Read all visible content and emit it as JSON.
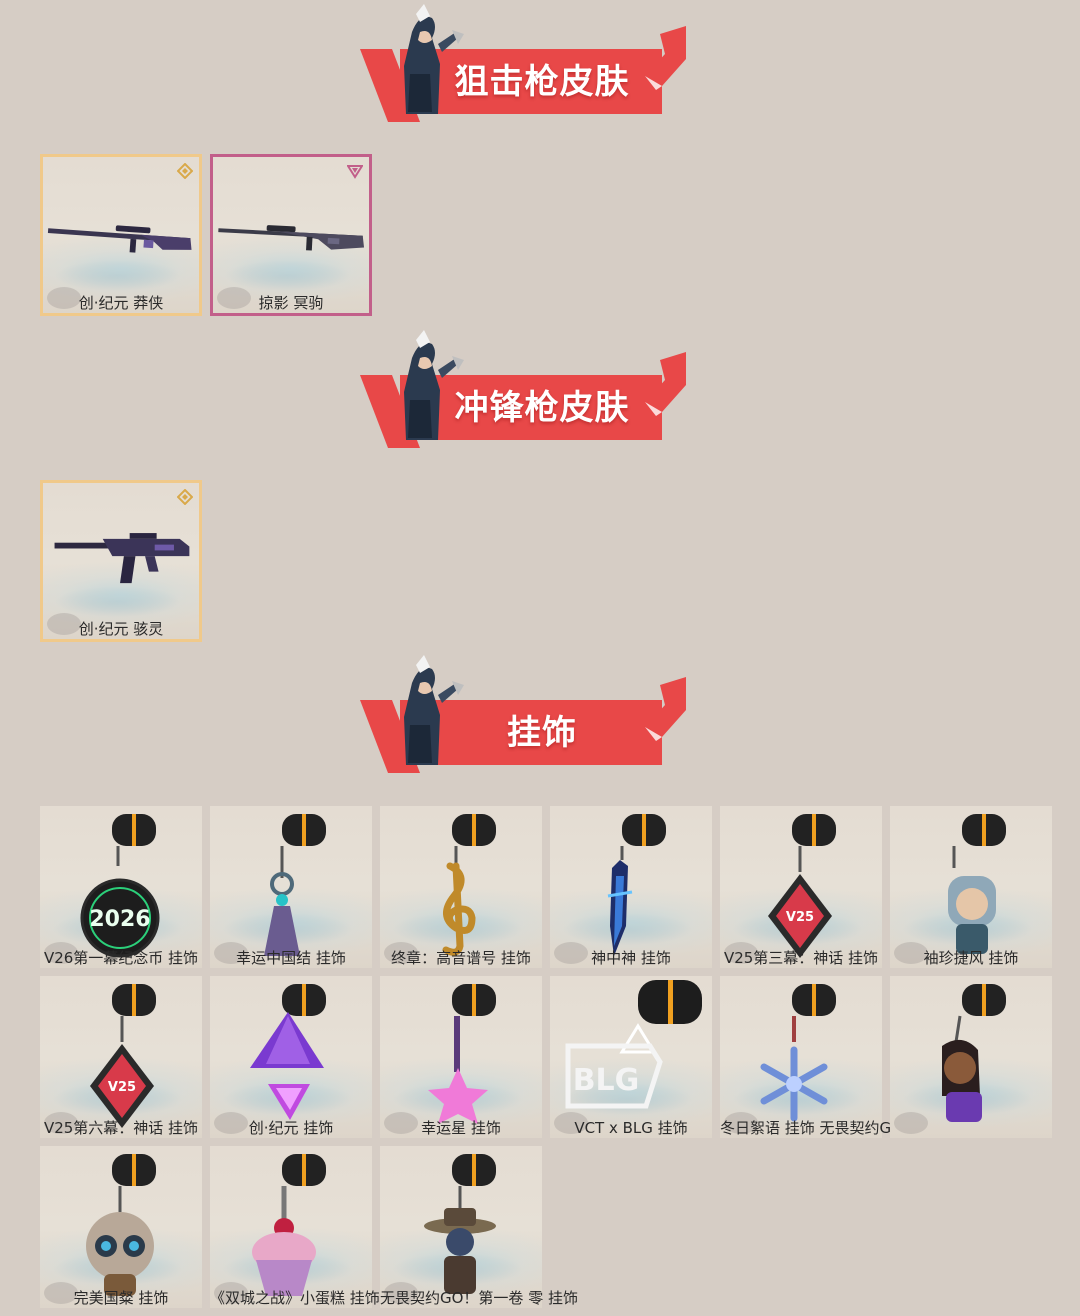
{
  "sections": [
    {
      "title": "狙击枪皮肤",
      "items": [
        {
          "label": "创·纪元 莽侠",
          "rarity": "gold",
          "icon": "sniper-rifle-icon"
        },
        {
          "label": "掠影 冥驹",
          "rarity": "pink",
          "icon": "sniper-rifle-icon"
        }
      ]
    },
    {
      "title": "冲锋枪皮肤",
      "items": [
        {
          "label": "创·纪元 骇灵",
          "rarity": "gold",
          "icon": "smg-icon"
        }
      ]
    },
    {
      "title": "挂饰",
      "items": [
        {
          "label": "V26第一幕纪念币 挂饰",
          "icon": "coin-charm-icon"
        },
        {
          "label": "幸运中国结 挂饰",
          "icon": "knot-charm-icon"
        },
        {
          "label": "终章：高音谱号 挂饰",
          "icon": "treble-clef-charm-icon"
        },
        {
          "label": "神中神 挂饰",
          "icon": "blade-charm-icon"
        },
        {
          "label": "V25第三幕：神话 挂饰",
          "icon": "diamond-charm-icon"
        },
        {
          "label": "袖珍捷风 挂饰",
          "icon": "agent-charm-icon"
        },
        {
          "label": "V25第六幕：神话 挂饰",
          "icon": "diamond-charm-icon"
        },
        {
          "label": "创·纪元 挂饰",
          "icon": "prism-charm-icon"
        },
        {
          "label": "幸运星 挂饰",
          "icon": "star-charm-icon"
        },
        {
          "label": "VCT x BLG 挂饰",
          "icon": "blg-logo-charm-icon"
        },
        {
          "label": "冬日絮语 挂饰 无畏契约GO！第一卷 芮娜 挂饰",
          "icon": "snowflake-charm-icon"
        },
        {
          "label": "",
          "icon": "agent-charm-icon"
        },
        {
          "label": "完美国粲 挂饰",
          "icon": "doll-charm-icon"
        },
        {
          "label": "《双城之战》小蛋糕 挂饰",
          "icon": "cupcake-charm-icon"
        },
        {
          "label": "无畏契约GO！第一卷 零 挂饰",
          "icon": "agent-charm-icon"
        }
      ]
    }
  ],
  "colors": {
    "background": "#d6cdc5",
    "banner_red": "#e84848",
    "gold_border": "#f0c98a",
    "pink_border": "#c25f8a"
  }
}
